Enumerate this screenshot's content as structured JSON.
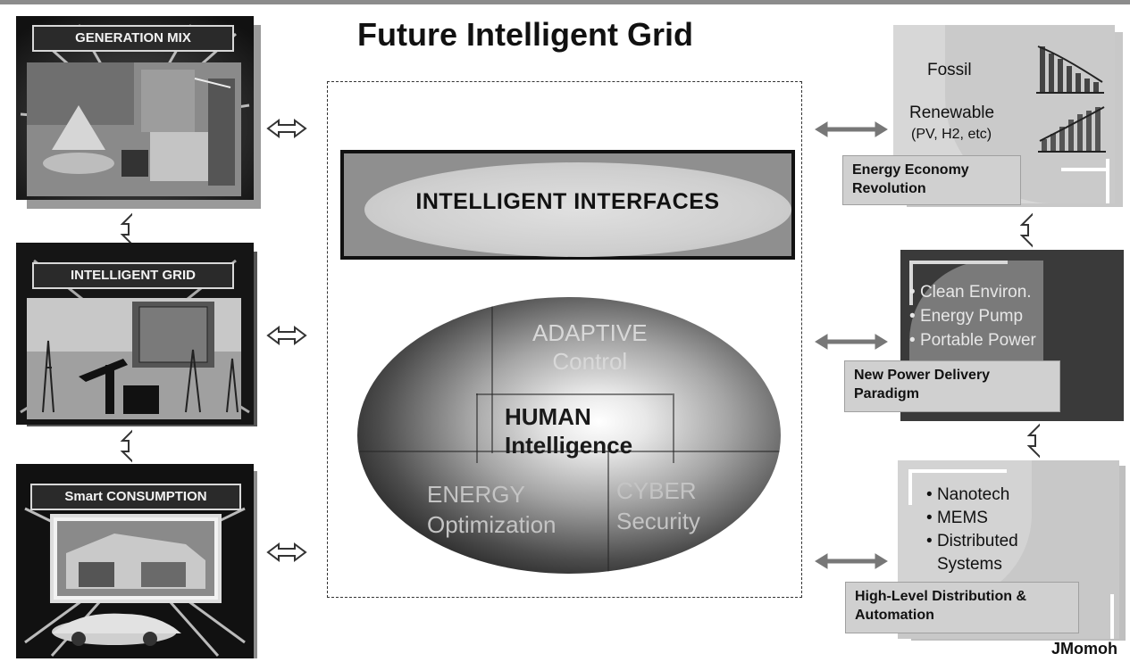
{
  "title": "Future Intelligent Grid",
  "left_panels": [
    {
      "label": "GENERATION MIX"
    },
    {
      "label": "INTELLIGENT GRID"
    },
    {
      "label": "Smart CONSUMPTION"
    }
  ],
  "center": {
    "interfaces": "INTELLIGENT INTERFACES",
    "adaptive_1": "ADAPTIVE",
    "adaptive_2": "Control",
    "human_1": "HUMAN",
    "human_2": "Intelligence",
    "energy_1": "ENERGY",
    "energy_2": "Optimization",
    "cyber_1": "CYBER",
    "cyber_2": "Security"
  },
  "right_panels": {
    "top": {
      "fossil": "Fossil",
      "renewable": "Renewable",
      "renewable_sub": "(PV, H2, etc)",
      "label": "Energy Economy Revolution"
    },
    "middle": {
      "bullets": [
        "Clean Environ.",
        "Energy Pump",
        "Portable Power"
      ],
      "label": "New Power Delivery Paradigm"
    },
    "bottom": {
      "bullets": [
        "Nanotech",
        "MEMS",
        "Distributed",
        "Systems"
      ],
      "label": "High-Level Distribution & Automation"
    }
  },
  "footer": "JMomoh"
}
